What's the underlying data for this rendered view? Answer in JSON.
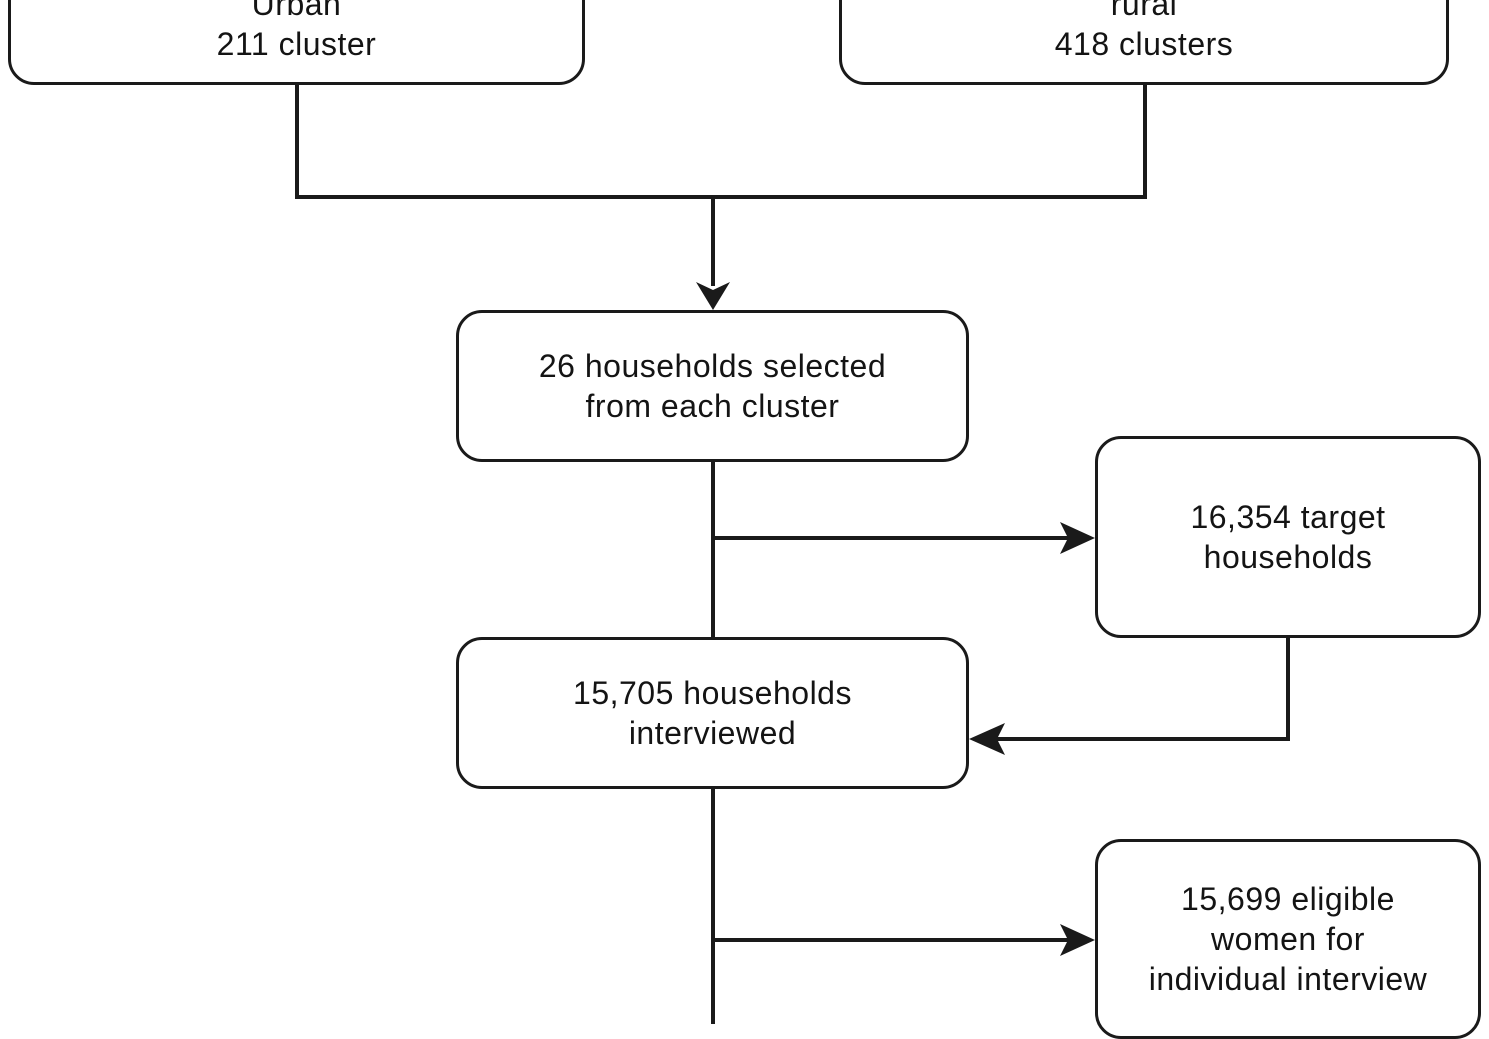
{
  "diagram": {
    "nodes": {
      "urban": {
        "lines": [
          "Urban",
          "211 cluster"
        ]
      },
      "rural": {
        "lines": [
          "rural",
          "418 clusters"
        ]
      },
      "selected": {
        "lines": [
          "26 households selected",
          "from each cluster"
        ]
      },
      "target": {
        "lines": [
          "16,354 target",
          "households"
        ]
      },
      "interviewed": {
        "lines": [
          "15,705 households",
          "interviewed"
        ]
      },
      "eligible": {
        "lines": [
          "15,699 eligible",
          "women for",
          "individual interview"
        ]
      }
    },
    "edges": [
      {
        "from": "urban",
        "to": "selected"
      },
      {
        "from": "rural",
        "to": "selected"
      },
      {
        "from": "selected",
        "to": "target"
      },
      {
        "from": "target",
        "to": "interviewed"
      },
      {
        "from": "interviewed",
        "to": "eligible"
      }
    ],
    "colors": {
      "stroke": "#1a1a1a",
      "text": "#141414",
      "background": "#ffffff"
    }
  }
}
